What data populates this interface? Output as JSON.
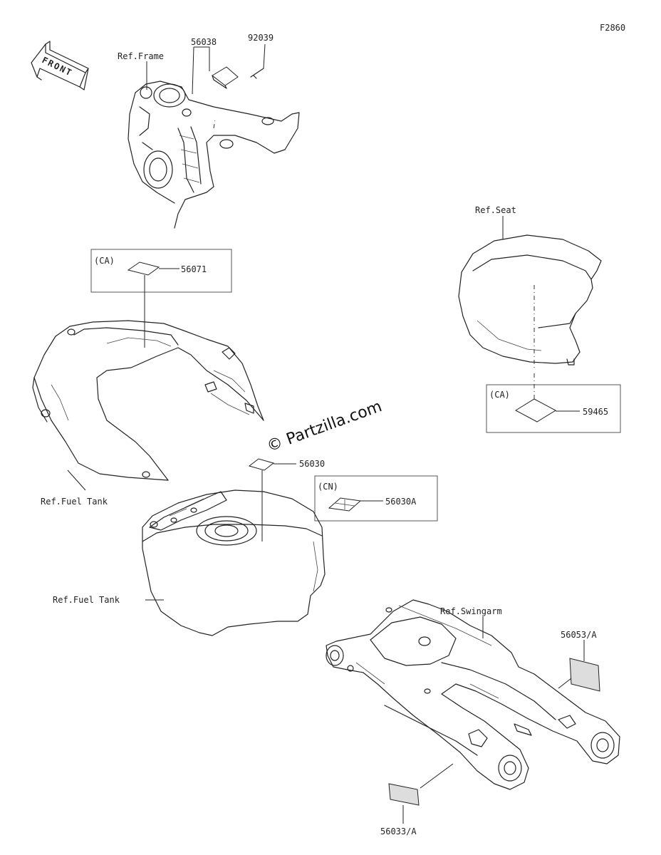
{
  "figure_code": "F2860",
  "front_arrow_text": "FRONT",
  "watermark": "© Partzilla.com",
  "refs": {
    "frame": "Ref.Frame",
    "seat": "Ref.Seat",
    "fuel_tank_cover": "Ref.Fuel Tank",
    "fuel_tank": "Ref.Fuel Tank",
    "swingarm": "Ref.Swingarm"
  },
  "regions": {
    "ca_tank": "(CA)",
    "ca_seat": "(CA)",
    "cn": "(CN)"
  },
  "parts": {
    "p56038": "56038",
    "p92039": "92039",
    "p56071": "56071",
    "p59465": "59465",
    "p56030": "56030",
    "p56030A": "56030A",
    "p56053A": "56053/A",
    "p56033A": "56033/A"
  }
}
